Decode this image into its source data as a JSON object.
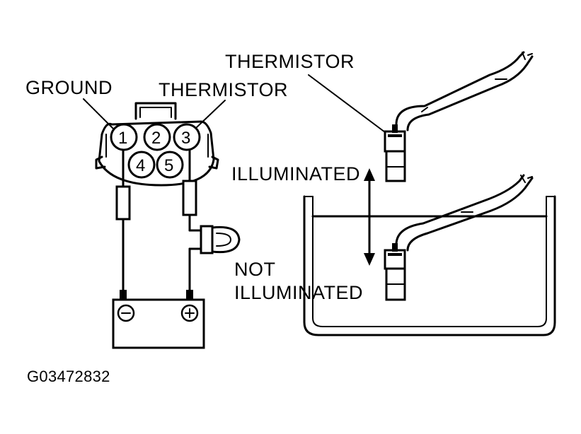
{
  "labels": {
    "ground": "GROUND",
    "thermistor_connector": "THERMISTOR",
    "thermistor_probe": "THERMISTOR",
    "illuminated": "ILLUMINATED",
    "not": "NOT",
    "not_illuminated": "ILLUMINATED",
    "figure_code": "G03472832"
  },
  "connector_pins": [
    "1",
    "2",
    "3",
    "4",
    "5"
  ],
  "battery": {
    "negative_symbol": "−",
    "positive_symbol": "+"
  },
  "colors": {
    "ink": "#000000",
    "background": "#ffffff"
  }
}
